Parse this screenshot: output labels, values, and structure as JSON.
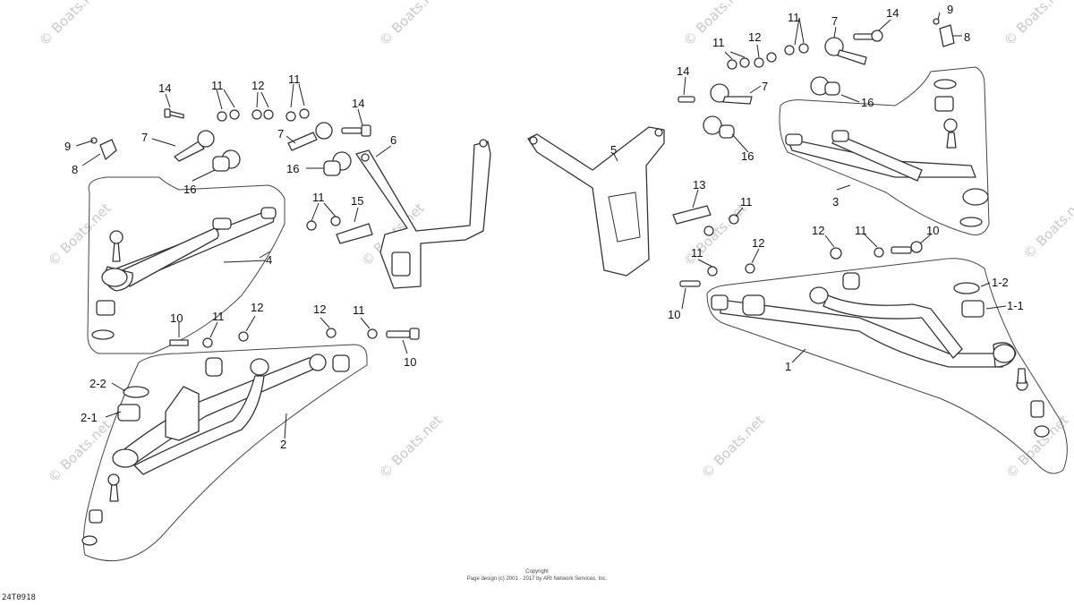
{
  "watermark": "© Boats.net",
  "diagram_code": "24T0918",
  "copyright": {
    "line1": "Copyright",
    "line2": "Page design (c) 2001 - 2017 by ARI Network Services, Inc."
  },
  "callouts": [
    "1",
    "1-1",
    "1-2",
    "2",
    "2-1",
    "2-2",
    "3",
    "4",
    "5",
    "6",
    "7",
    "8",
    "9",
    "10",
    "11",
    "12",
    "13",
    "14",
    "15",
    "16"
  ]
}
